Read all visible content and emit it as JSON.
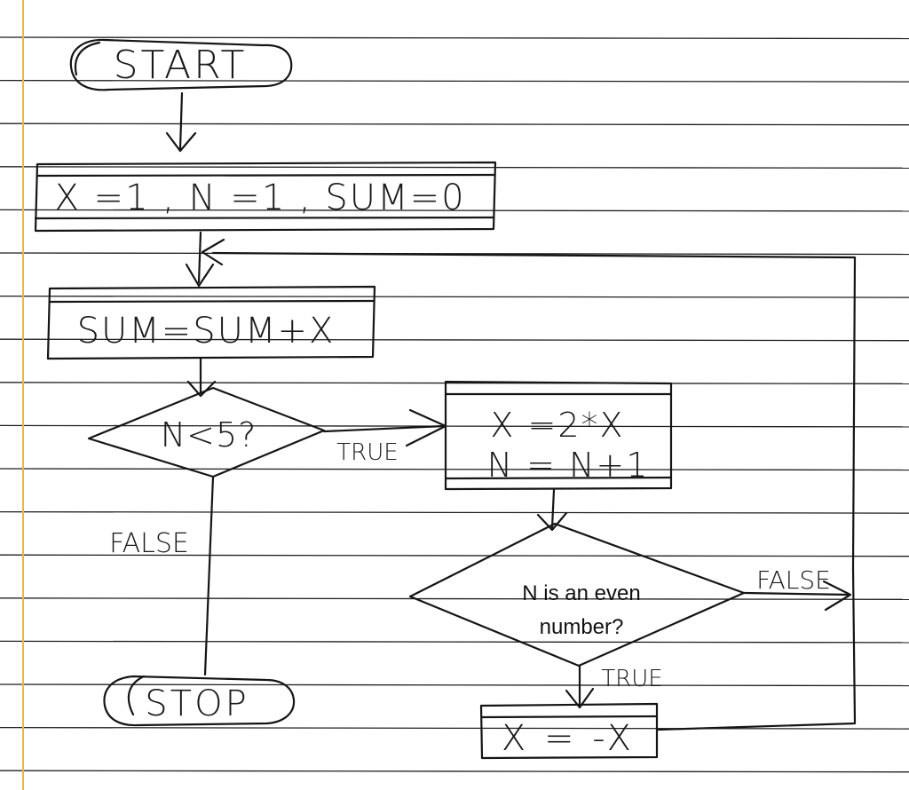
{
  "flowchart": {
    "start_label": "START",
    "init_label": "X =1 , N =1 , SUM=0",
    "sum_label": "SUM=SUM+X",
    "decision1_label": "N<5?",
    "true_label_1": "TRUE",
    "false_label_1": "FALSE",
    "update_line1": "X =2*X",
    "update_line2": "N = N+1",
    "decision2_line1": "N is an even",
    "decision2_line2": "number?",
    "false_label_2": "FALSE",
    "true_label_2": "TRUE",
    "negate_label": "X = -X",
    "stop_label": "STOP"
  },
  "colors": {
    "paper": "#ffffff",
    "rule_line": "#1f1f1f",
    "margin_line": "#e6b84a",
    "ink": "#151515"
  }
}
